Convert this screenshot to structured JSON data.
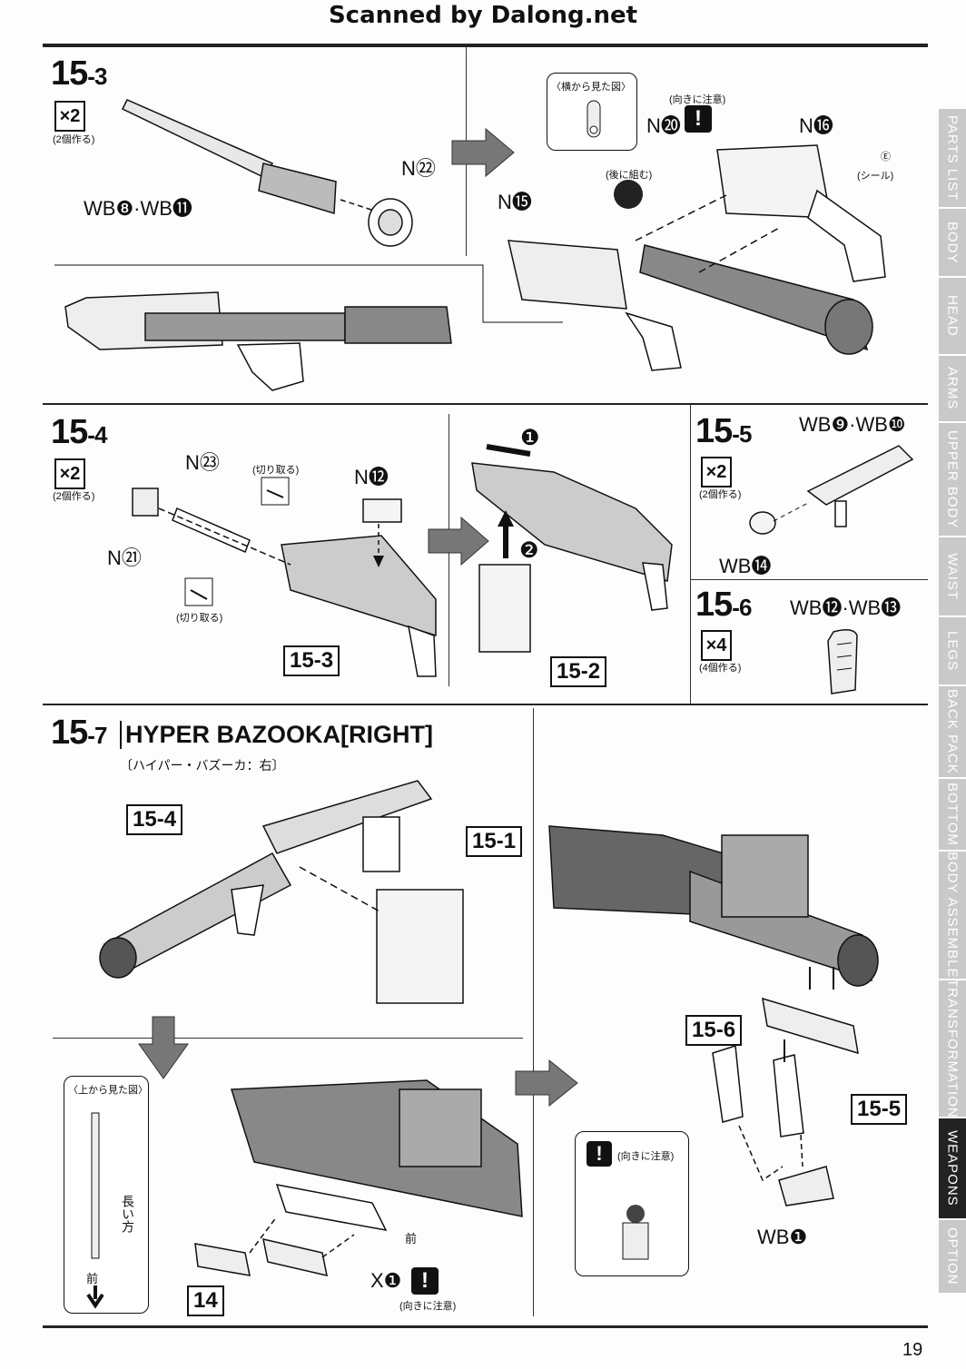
{
  "header": "Scanned by Dalong.net",
  "page_number": "19",
  "side_tabs": [
    {
      "label": "PARTS LIST",
      "active": false
    },
    {
      "label": "BODY",
      "active": false
    },
    {
      "label": "HEAD",
      "active": false
    },
    {
      "label": "ARMS",
      "active": false
    },
    {
      "label": "UPPER BODY",
      "active": false
    },
    {
      "label": "WAIST",
      "active": false
    },
    {
      "label": "LEGS",
      "active": false
    },
    {
      "label": "BACK PACK",
      "active": false
    },
    {
      "label": "BOTTOM",
      "active": false
    },
    {
      "label": "BODY ASSEMBLE",
      "active": false
    },
    {
      "label": "TRANSFORMATION",
      "active": false
    },
    {
      "label": "WEAPONS",
      "active": true
    },
    {
      "label": "OPTION",
      "active": false
    }
  ],
  "step_15_3": {
    "num": "15",
    "sub": "-3",
    "mult": "×2",
    "mult_note": "(2個作る)",
    "parts": "WB❽·WB⓫",
    "n22": "N㉒",
    "n20": "N⓴",
    "n16": "N⓰",
    "n15": "N⓯",
    "side_view": "〈横から見た図〉",
    "caution": "(向きに注意)",
    "later": "(後に組む)",
    "seal_note": "(シール)",
    "seal_mark": "Ⓔ"
  },
  "step_15_4": {
    "num": "15",
    "sub": "-4",
    "mult": "×2",
    "mult_note": "(2個作る)",
    "n23": "N㉓",
    "n12": "N⓬",
    "n21": "N㉑",
    "cut1": "(切り取る)",
    "cut2": "(切り取る)",
    "ref": "15-3"
  },
  "step_mid": {
    "arrow1": "❶",
    "arrow2": "❷",
    "ref": "15-2"
  },
  "step_15_5": {
    "num": "15",
    "sub": "-5",
    "mult": "×2",
    "mult_note": "(2個作る)",
    "parts": "WB❾·WB❿",
    "wb14": "WB⓮"
  },
  "step_15_6": {
    "num": "15",
    "sub": "-6",
    "mult": "×4",
    "mult_note": "(4個作る)",
    "parts": "WB⓬·WB⓭"
  },
  "step_15_7": {
    "num": "15",
    "sub": "-7",
    "title": "HYPER BAZOOKA[RIGHT]",
    "subtitle": "〔ハイパー・バズーカ：右〕",
    "ref_a": "15-4",
    "ref_b": "15-1",
    "ref_c": "15-6",
    "ref_d": "15-5",
    "ref_e": "14",
    "top_view": "〈上から見た図〉",
    "long_side": "長い方",
    "front": "前",
    "front2": "前",
    "x1": "X❶",
    "caution": "(向きに注意)",
    "caution2": "(向きに注意)",
    "wb1": "WB❶"
  }
}
